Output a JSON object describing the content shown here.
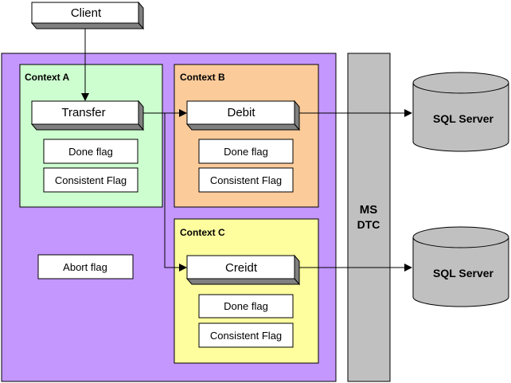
{
  "client": {
    "label": "Client"
  },
  "context_a": {
    "title": "Context A",
    "component": "Transfer",
    "flags": [
      "Done flag",
      "Consistent Flag"
    ]
  },
  "context_b": {
    "title": "Context B",
    "component": "Debit",
    "flags": [
      "Done flag",
      "Consistent Flag"
    ]
  },
  "context_c": {
    "title": "Context C",
    "component": "Creidt",
    "flags": [
      "Done flag",
      "Consistent Flag"
    ]
  },
  "abort_flag": "Abort flag",
  "dtc": {
    "line1": "MS",
    "line2": "DTC"
  },
  "databases": [
    {
      "label": "SQL Server"
    },
    {
      "label": "SQL Server"
    }
  ],
  "colors": {
    "outer": "#c497fe",
    "context_a": "#cdfecf",
    "context_b": "#fccb9a",
    "context_c": "#fefe9f",
    "dtc": "#c0c0c0",
    "db": "#c0c0c0",
    "component_side": "#808080"
  }
}
